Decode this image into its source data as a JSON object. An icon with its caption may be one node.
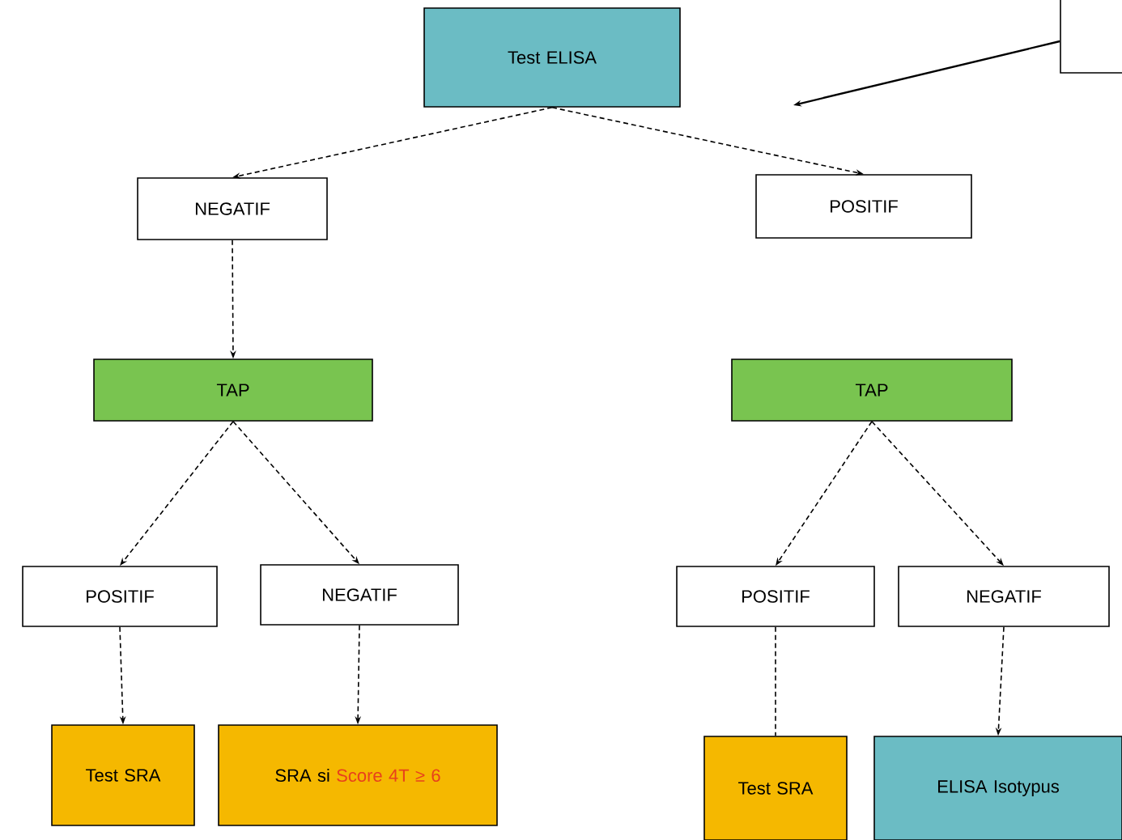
{
  "diagram": {
    "nodes": [
      {
        "text": [
          "Test ELISA"
        ]
      },
      {
        "text": [
          "NEGATIF"
        ]
      },
      {
        "text": [
          "POSITIF"
        ]
      },
      {
        "text": [
          "TAP"
        ]
      },
      {
        "text": [
          "POSITIF"
        ]
      },
      {
        "text": [
          "NEGATIF"
        ]
      },
      {
        "text": [
          "Test SRA"
        ]
      },
      {
        "text": [
          "SRA si",
          "Score 4T ≥ 6"
        ]
      },
      {
        "text": [
          "TAP"
        ]
      },
      {
        "text": [
          "POSITIF"
        ]
      },
      {
        "text": [
          "NEGATIF"
        ]
      },
      {
        "text": [
          "Test SRA"
        ]
      },
      {
        "text": [
          "ELISA Isotypus"
        ]
      },
      {
        "text": [],
        "shape": "box"
      }
    ],
    "edges": [
      {
        "from": 0,
        "to": 1,
        "arrow": "to",
        "style": "dashed"
      },
      {
        "from": 0,
        "to": 2,
        "arrow": "to",
        "style": "dashed"
      },
      {
        "from": 1,
        "to": 3,
        "arrow": "to",
        "style": "dashed"
      },
      {
        "from": 3,
        "to": 4,
        "arrow": "to",
        "style": "dashed"
      },
      {
        "from": 3,
        "to": 5,
        "arrow": "to",
        "style": "dashed"
      },
      {
        "from": 4,
        "to": 6,
        "arrow": "to",
        "style": "dashed"
      },
      {
        "from": 5,
        "to": 7,
        "arrow": "to",
        "style": "dashed"
      },
      {
        "from": 8,
        "to": 9,
        "arrow": "to",
        "style": "dashed"
      },
      {
        "from": 8,
        "to": 10,
        "arrow": "to",
        "style": "dashed"
      },
      {
        "from": 9,
        "to": 11,
        "arrow": "none",
        "style": "dashed"
      },
      {
        "from": 10,
        "to": 12,
        "arrow": "to",
        "style": "dashed"
      },
      {
        "from": 13,
        "to": null,
        "arrow": "to"
      }
    ]
  }
}
